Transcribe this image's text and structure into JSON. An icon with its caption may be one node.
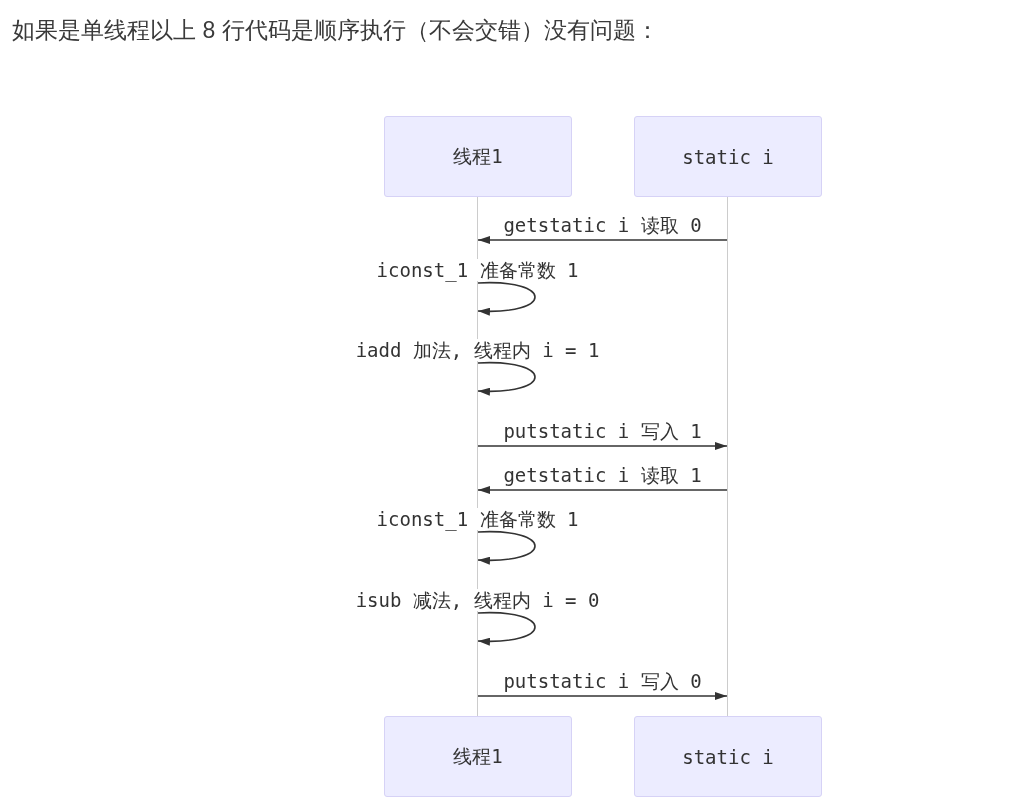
{
  "diagram": {
    "title": "如果是单线程以上 8 行代码是顺序执行（不会交错）没有问题：",
    "nodes": [
      {
        "text": [
          "线程1"
        ]
      },
      {
        "text": [
          "static i"
        ]
      },
      {
        "text": [],
        "shape": "line"
      },
      {
        "text": [],
        "shape": "line"
      },
      {
        "text": [
          "线程1"
        ]
      },
      {
        "text": [
          "static i"
        ]
      }
    ],
    "edges": [
      {
        "from": 3,
        "to": 2,
        "arrow": "to",
        "label": "getstatic i 读取 0"
      },
      {
        "from": 2,
        "to": 2,
        "arrow": "to",
        "label": "iconst_1 准备常数 1"
      },
      {
        "from": 2,
        "to": 2,
        "arrow": "to",
        "label": "iadd 加法, 线程内 i = 1"
      },
      {
        "from": 2,
        "to": 3,
        "arrow": "to",
        "label": "putstatic i 写入 1"
      },
      {
        "from": 3,
        "to": 2,
        "arrow": "to",
        "label": "getstatic i 读取 1"
      },
      {
        "from": 2,
        "to": 2,
        "arrow": "to",
        "label": "iconst_1 准备常数 1"
      },
      {
        "from": 2,
        "to": 2,
        "arrow": "to",
        "label": "isub 减法, 线程内 i = 0"
      },
      {
        "from": 2,
        "to": 3,
        "arrow": "to",
        "label": "putstatic i 写入 0"
      }
    ]
  }
}
